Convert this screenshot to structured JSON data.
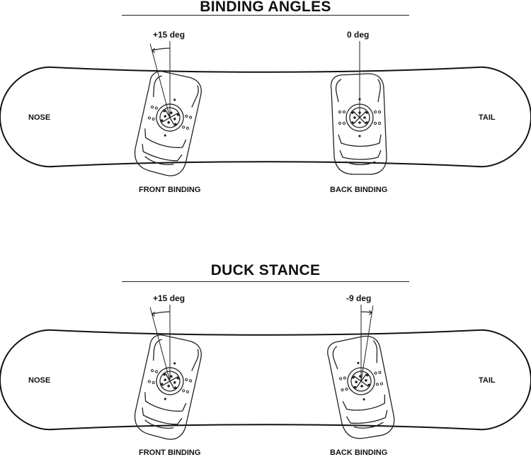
{
  "panels": [
    {
      "title": "BINDING ANGLES",
      "nose_label": "NOSE",
      "tail_label": "TAIL",
      "front_binding": {
        "label": "FRONT BINDING",
        "angle_text": "+15 deg",
        "angle_deg": 15
      },
      "back_binding": {
        "label": "BACK BINDING",
        "angle_text": "0 deg",
        "angle_deg": 0
      }
    },
    {
      "title": "DUCK STANCE",
      "nose_label": "NOSE",
      "tail_label": "TAIL",
      "front_binding": {
        "label": "FRONT BINDING",
        "angle_text": "+15 deg",
        "angle_deg": 15
      },
      "back_binding": {
        "label": "BACK BINDING",
        "angle_text": "-9 deg",
        "angle_deg": -9
      }
    }
  ]
}
